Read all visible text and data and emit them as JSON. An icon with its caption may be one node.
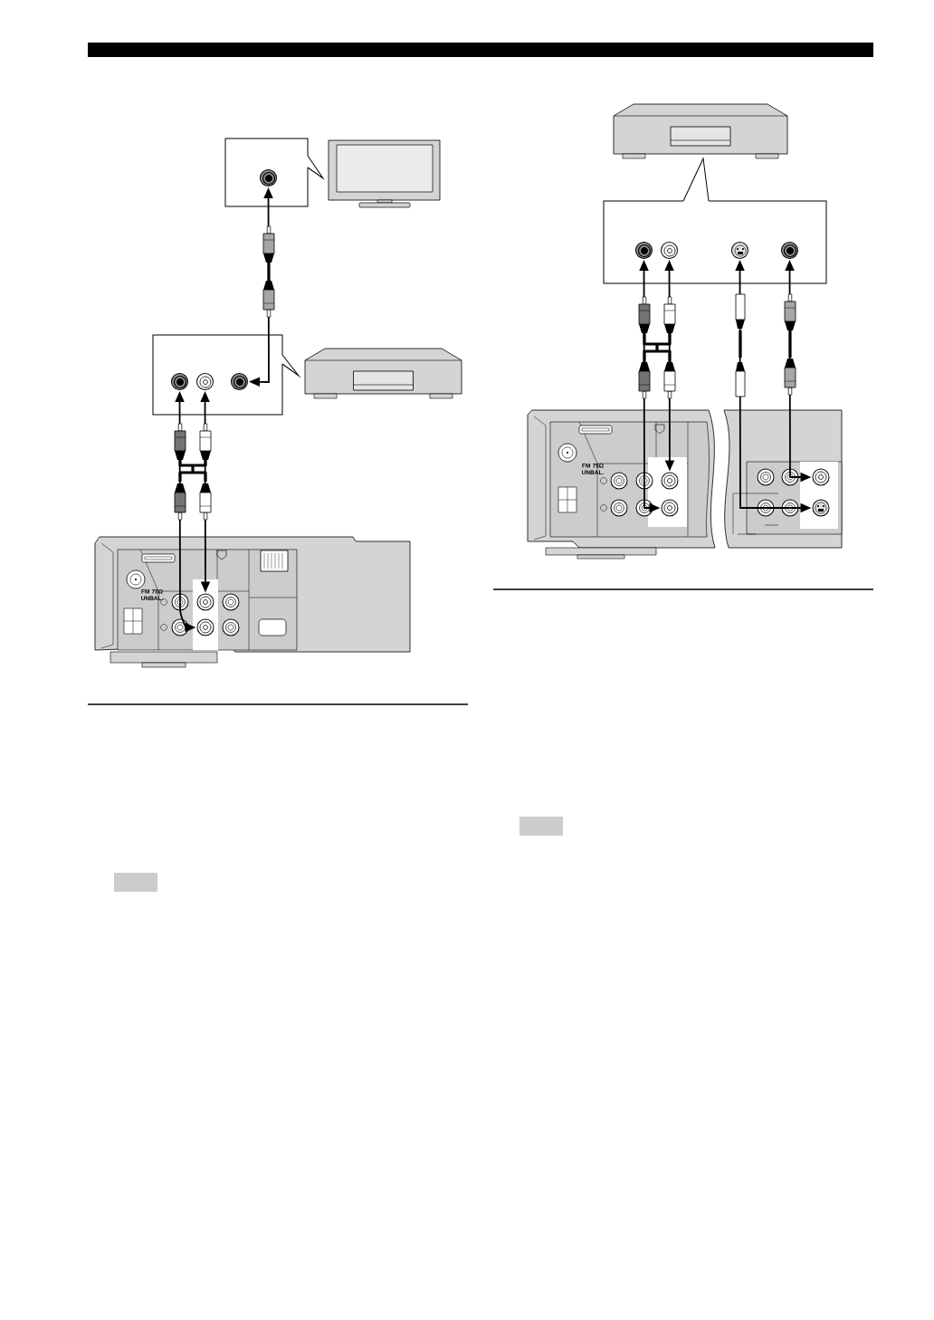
{
  "diagram": {
    "nodes": [
      {
        "text": [],
        "shape": "box"
      },
      {
        "text": [],
        "shape": "circle",
        "in": 0
      },
      {
        "text": [],
        "shape": "box"
      },
      {
        "text": [],
        "shape": "circle",
        "in": 2
      },
      {
        "text": [],
        "shape": "circle",
        "in": 2
      },
      {
        "text": [],
        "shape": "circle",
        "in": 2
      },
      {
        "text": [],
        "shape": "circle"
      },
      {
        "text": [],
        "shape": "circle"
      },
      {
        "text": [],
        "shape": "box"
      },
      {
        "text": [],
        "shape": "circle",
        "in": 8
      },
      {
        "text": [],
        "shape": "circle",
        "in": 8
      },
      {
        "text": [],
        "shape": "circle",
        "in": 8
      },
      {
        "text": [],
        "shape": "circle",
        "in": 8
      },
      {
        "text": [],
        "shape": "circle"
      },
      {
        "text": [],
        "shape": "circle"
      },
      {
        "text": [],
        "shape": "circle"
      },
      {
        "text": [],
        "shape": "circle"
      }
    ],
    "edges": [
      {
        "from": 5,
        "to": 1,
        "arrow": "both"
      },
      {
        "from": 7,
        "to": 3,
        "arrow": "both"
      },
      {
        "from": 6,
        "to": 4,
        "arrow": "both"
      },
      {
        "from": 14,
        "to": 9,
        "arrow": "both"
      },
      {
        "from": 13,
        "to": 10,
        "arrow": "both"
      },
      {
        "from": 16,
        "to": 11,
        "arrow": "both"
      },
      {
        "from": 15,
        "to": 12,
        "arrow": "both"
      }
    ],
    "labels": [
      "FM 75Ω UNBAL.",
      "FM 75Ω UNBAL."
    ]
  }
}
